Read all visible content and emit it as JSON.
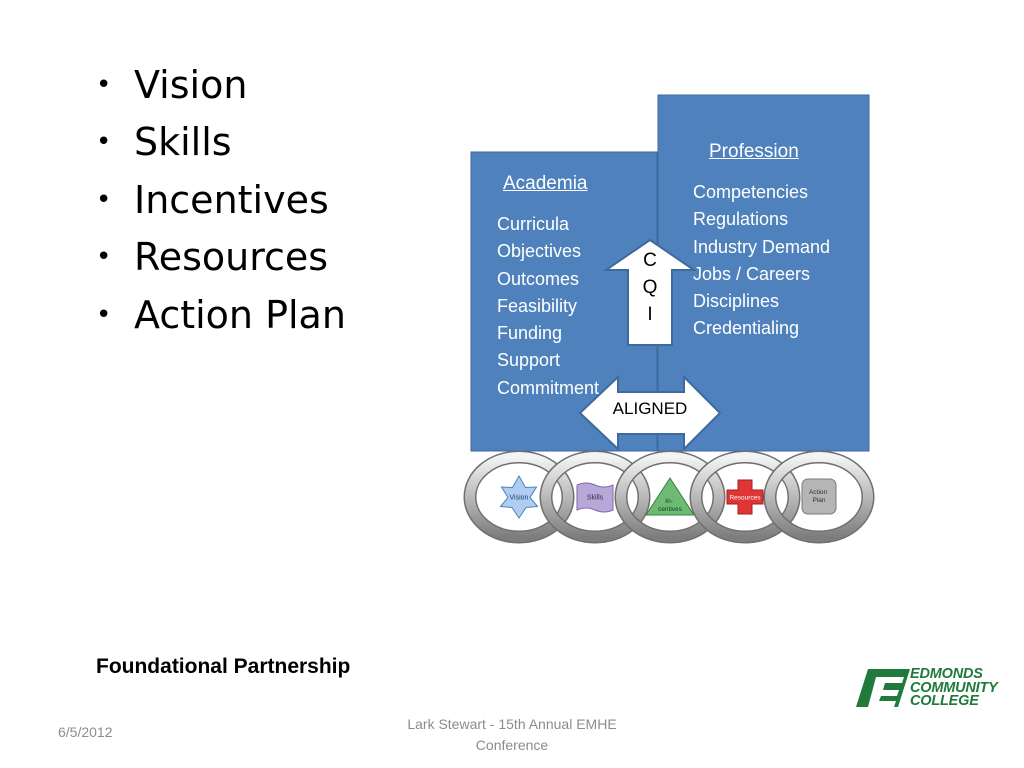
{
  "bullets": [
    "Vision",
    "Skills",
    "Incentives",
    "Resources",
    "Action Plan"
  ],
  "academia": {
    "title": "Academia",
    "items": [
      "Curricula",
      "Objectives",
      "Outcomes",
      "Feasibility",
      "Funding",
      "Support",
      "Commitment"
    ]
  },
  "profession": {
    "title": "Profession",
    "items": [
      "Competencies",
      "Regulations",
      "Industry Demand",
      "Jobs / Careers",
      "Disciplines",
      "Credentialing"
    ]
  },
  "cqi": [
    "C",
    "Q",
    "I"
  ],
  "aligned_label": "ALIGNED",
  "rings": [
    {
      "label": "Vision",
      "shape": "star-icon",
      "color": "#aecdf0"
    },
    {
      "label": "Skills",
      "shape": "wave-icon",
      "color": "#b7a8d9"
    },
    {
      "label": [
        "In-",
        "centives"
      ],
      "shape": "triangle-icon",
      "color": "#6dba72"
    },
    {
      "label": "Resources",
      "shape": "cross-icon",
      "color": "#e03535"
    },
    {
      "label": [
        "Action",
        "Plan"
      ],
      "shape": "rounded-square-icon",
      "color": "#b5b5b5"
    }
  ],
  "footer": {
    "title": "Foundational Partnership",
    "date": "6/5/2012",
    "credit": "Lark Stewart - 15th Annual EMHE Conference"
  },
  "logo": {
    "lines": [
      "EDMONDS",
      "COMMUNITY",
      "COLLEGE"
    ],
    "color": "#1f7a3c"
  },
  "colors": {
    "box_blue": "#4f81bd",
    "box_border": "#3e6a9e"
  }
}
